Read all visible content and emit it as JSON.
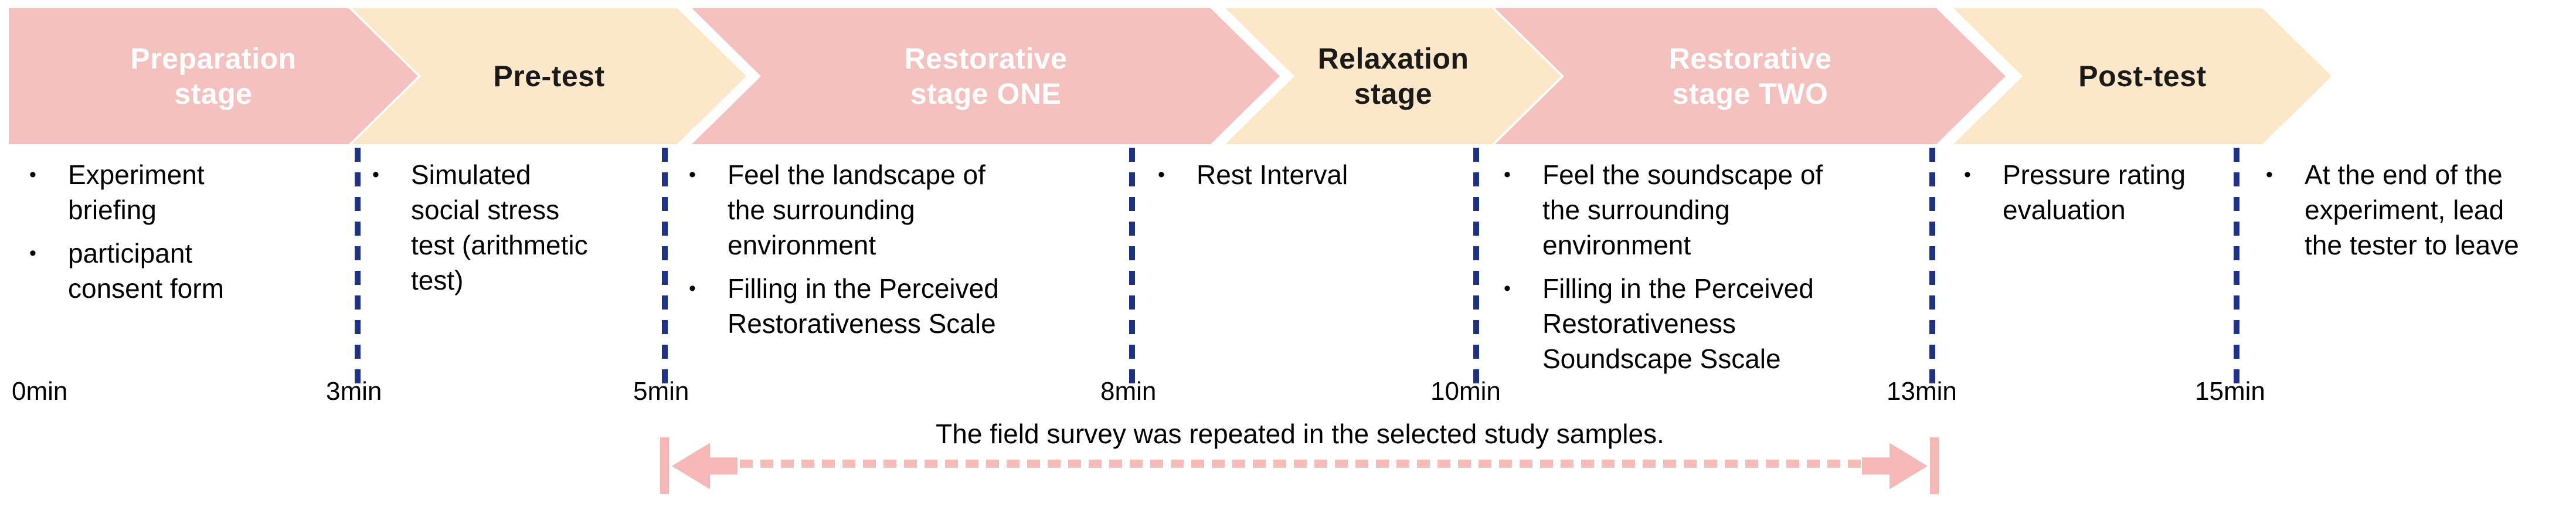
{
  "bullet_char": "•",
  "colors": {
    "stage_pink": "#f4c1bf",
    "stage_cream": "#fce8c8",
    "separator_navy": "#1e3287",
    "arrow_pink": "#f5b8b6",
    "title_on_pink": "#ffffff",
    "text": "#000000"
  },
  "stages": [
    {
      "title": "Preparation\nstage",
      "variant": "pink"
    },
    {
      "title": "Pre-test",
      "variant": "cream"
    },
    {
      "title": "Restorative\nstage ONE",
      "variant": "pink"
    },
    {
      "title": "Relaxation\nstage",
      "variant": "cream"
    },
    {
      "title": "Restorative\nstage TWO",
      "variant": "pink"
    },
    {
      "title": "Post-test",
      "variant": "cream"
    }
  ],
  "columns": [
    {
      "items": [
        "Experiment\nbriefing",
        "participant\nconsent form"
      ]
    },
    {
      "items": [
        "Simulated\nsocial stress\ntest (arithmetic\ntest)"
      ]
    },
    {
      "items": [
        "Feel the landscape of\nthe surrounding\nenvironment",
        "Filling in the Perceived\nRestorativeness Scale"
      ]
    },
    {
      "items": [
        "Rest Interval"
      ]
    },
    {
      "items": [
        "Feel the soundscape of\nthe surrounding\nenvironment",
        "Filling in the Perceived\nRestorativeness\nSoundscape Sscale"
      ]
    },
    {
      "items": [
        "Pressure rating\nevaluation"
      ]
    },
    {
      "items": [
        "At the end of the\nexperiment, lead\nthe tester to leave"
      ]
    }
  ],
  "timeline": [
    {
      "label": "0min"
    },
    {
      "label": "3min"
    },
    {
      "label": "5min"
    },
    {
      "label": "8min"
    },
    {
      "label": "10min"
    },
    {
      "label": "13min"
    },
    {
      "label": "15min"
    }
  ],
  "annotation": {
    "text": "The field survey was repeated in the selected study samples."
  }
}
